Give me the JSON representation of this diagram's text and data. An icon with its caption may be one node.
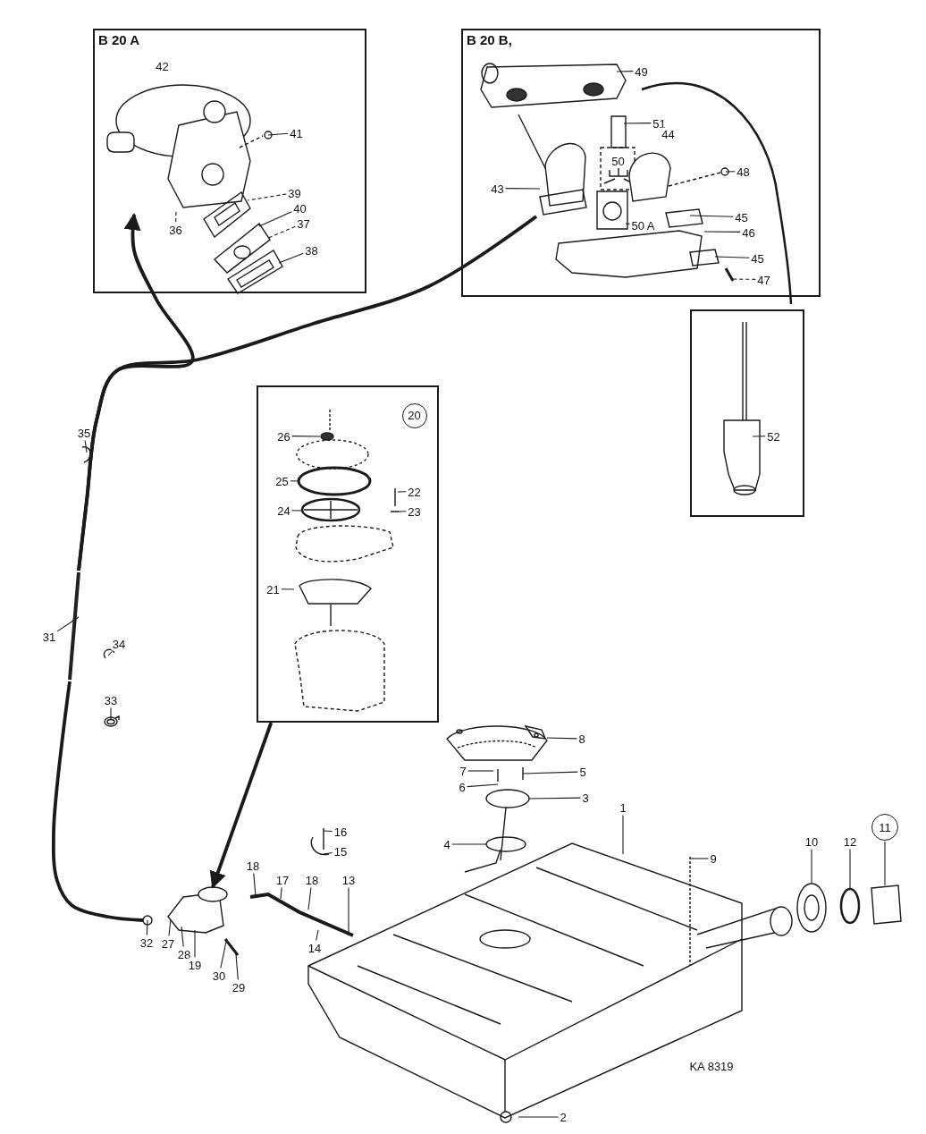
{
  "diagram": {
    "nodes": [
      {
        "text": [
          "B 20 A"
        ]
      },
      {
        "text": [
          "41"
        ],
        "in": 0
      },
      {
        "text": [
          "39"
        ],
        "in": 0
      },
      {
        "text": [
          "40"
        ],
        "in": 0
      },
      {
        "text": [
          "37"
        ],
        "in": 0
      },
      {
        "text": [
          "38"
        ],
        "in": 0
      },
      {
        "text": [
          "36"
        ],
        "in": 0
      },
      {
        "text": [
          "B 20 B,"
        ]
      },
      {
        "text": [
          "49"
        ],
        "in": 7
      },
      {
        "text": [
          "51"
        ],
        "in": 7
      },
      {
        "text": [
          "48"
        ],
        "in": 7
      },
      {
        "text": [
          "43"
        ],
        "in": 7
      },
      {
        "text": [
          "45"
        ],
        "in": 7
      },
      {
        "text": [
          "46"
        ],
        "in": 7
      },
      {
        "text": [
          "50 A"
        ],
        "in": 7
      },
      {
        "text": [
          "45"
        ],
        "in": 7
      },
      {
        "text": [
          "47"
        ],
        "in": 7
      },
      {
        "text": [],
        "shape": "box"
      },
      {
        "text": [
          "52"
        ],
        "in": 17
      },
      {
        "text": [],
        "shape": "box"
      },
      {
        "text": [
          "20"
        ],
        "in": 19
      },
      {
        "text": [
          "26"
        ],
        "in": 19
      },
      {
        "text": [
          "25"
        ],
        "in": 19
      },
      {
        "text": [
          "22"
        ],
        "in": 19
      },
      {
        "text": [
          "24"
        ],
        "in": 19
      },
      {
        "text": [
          "23"
        ],
        "in": 19
      },
      {
        "text": [
          "21"
        ],
        "in": 19
      },
      {
        "text": [
          "35"
        ]
      },
      {
        "text": [
          "31"
        ]
      },
      {
        "text": [
          "34"
        ]
      },
      {
        "text": [
          "33"
        ]
      },
      {
        "text": [
          "8"
        ]
      },
      {
        "text": [
          "7"
        ]
      },
      {
        "text": [
          "5"
        ]
      },
      {
        "text": [
          "6"
        ]
      },
      {
        "text": [
          "3"
        ]
      },
      {
        "text": [
          "1"
        ]
      },
      {
        "text": [
          "4"
        ]
      },
      {
        "text": [
          "9"
        ],
        "in": 74
      },
      {
        "text": [
          "10"
        ]
      },
      {
        "text": [
          "12"
        ]
      },
      {
        "text": [
          "11"
        ]
      },
      {
        "text": [
          "16"
        ]
      },
      {
        "text": [
          "15"
        ]
      },
      {
        "text": [
          "18"
        ]
      },
      {
        "text": [
          "17"
        ]
      },
      {
        "text": [
          "18"
        ]
      },
      {
        "text": [
          "13"
        ]
      },
      {
        "text": [
          "14"
        ]
      },
      {
        "text": [
          "32"
        ]
      },
      {
        "text": [
          "27"
        ]
      },
      {
        "text": [
          "28"
        ]
      },
      {
        "text": [
          "19"
        ]
      },
      {
        "text": [
          "30"
        ]
      },
      {
        "text": [
          "29"
        ]
      },
      {
        "text": [
          "2"
        ],
        "in": 74
      },
      {
        "text": [
          "42"
        ],
        "in": 0
      },
      {
        "text": [
          "44"
        ],
        "in": 7
      },
      {
        "text": [
          "50"
        ],
        "in": 76
      },
      {
        "text": [],
        "shape": "picture",
        "in": 0
      },
      {
        "text": [],
        "shape": "picture",
        "in": 0
      },
      {
        "text": [],
        "shape": "picture",
        "in": 7
      },
      {
        "text": [],
        "shape": "picture",
        "in": 7
      },
      {
        "text": [],
        "shape": "picture",
        "in": 7
      },
      {
        "text": [],
        "shape": "picture",
        "in": 17
      },
      {
        "text": [],
        "shape": "picture",
        "in": 19
      },
      {
        "text": [],
        "shape": "picture"
      },
      {
        "text": [],
        "shape": "picture"
      },
      {
        "text": [],
        "shape": "picture"
      },
      {
        "text": [],
        "shape": "picture"
      },
      {
        "text": [],
        "shape": "picture"
      },
      {
        "text": [],
        "shape": "picture"
      },
      {
        "text": [],
        "shape": "picture"
      },
      {
        "text": [],
        "shape": "picture"
      },
      {
        "text": [],
        "shape": "picture"
      },
      {
        "text": [],
        "shape": "picture"
      },
      {
        "text": [],
        "shape": "picture",
        "in": 7
      },
      {
        "text": [],
        "shape": "picture",
        "in": 7
      },
      {
        "text": [],
        "shape": "picture"
      },
      {
        "text": [],
        "shape": "picture"
      }
    ],
    "edges": [
      {
        "from": 1,
        "to": 59,
        "arrow": "none"
      },
      {
        "from": 2,
        "to": 60,
        "arrow": "none",
        "style": "dashed"
      },
      {
        "from": 3,
        "to": 60,
        "arrow": "none"
      },
      {
        "from": 4,
        "to": 60,
        "arrow": "none",
        "style": "dashed"
      },
      {
        "from": 5,
        "to": 60,
        "arrow": "none"
      },
      {
        "from": 6,
        "to": 59,
        "arrow": "none",
        "style": "dashed"
      },
      {
        "from": 8,
        "to": 61,
        "arrow": "none"
      },
      {
        "from": 9,
        "to": 76,
        "arrow": "none"
      },
      {
        "from": 10,
        "to": 77,
        "arrow": "none"
      },
      {
        "from": 11,
        "to": 62,
        "arrow": "none"
      },
      {
        "from": 12,
        "to": 63,
        "arrow": "none"
      },
      {
        "from": 13,
        "to": 63,
        "arrow": "none"
      },
      {
        "from": 14,
        "to": 76,
        "arrow": "none"
      },
      {
        "from": 15,
        "to": 63,
        "arrow": "none"
      },
      {
        "from": 16,
        "to": 63,
        "arrow": "none",
        "style": "dashed"
      },
      {
        "from": 18,
        "to": 64,
        "arrow": "none"
      },
      {
        "from": 19,
        "to": 70,
        "arrow": "to",
        "style": "thick"
      },
      {
        "from": 21,
        "to": 65,
        "arrow": "none"
      },
      {
        "from": 22,
        "to": 65,
        "arrow": "none"
      },
      {
        "from": 23,
        "to": 65,
        "arrow": "none"
      },
      {
        "from": 24,
        "to": 65,
        "arrow": "none"
      },
      {
        "from": 25,
        "to": 65,
        "arrow": "none"
      },
      {
        "from": 26,
        "to": 65,
        "arrow": "none"
      },
      {
        "from": 27,
        "to": 67,
        "arrow": "none"
      },
      {
        "from": 28,
        "to": 66,
        "arrow": "none"
      },
      {
        "from": 29,
        "to": 68,
        "arrow": "none"
      },
      {
        "from": 30,
        "to": 69,
        "arrow": "none"
      },
      {
        "from": 31,
        "to": 73,
        "arrow": "none"
      },
      {
        "from": 32,
        "to": 78,
        "arrow": "none"
      },
      {
        "from": 33,
        "to": 78,
        "arrow": "none"
      },
      {
        "from": 34,
        "to": 78,
        "arrow": "none"
      },
      {
        "from": 35,
        "to": 78,
        "arrow": "none"
      },
      {
        "from": 36,
        "to": 74,
        "arrow": "none"
      },
      {
        "from": 37,
        "to": 78,
        "arrow": "none"
      },
      {
        "from": 38,
        "to": 74,
        "arrow": "none"
      },
      {
        "from": 39,
        "to": 75,
        "arrow": "none"
      },
      {
        "from": 40,
        "to": 75,
        "arrow": "none"
      },
      {
        "from": 41,
        "to": 75,
        "arrow": "none"
      },
      {
        "from": 42,
        "to": 72,
        "arrow": "none"
      },
      {
        "from": 43,
        "to": 72,
        "arrow": "none"
      },
      {
        "from": 44,
        "to": 71,
        "arrow": "none"
      },
      {
        "from": 45,
        "to": 71,
        "arrow": "none"
      },
      {
        "from": 46,
        "to": 71,
        "arrow": "none"
      },
      {
        "from": 47,
        "to": 71,
        "arrow": "none"
      },
      {
        "from": 48,
        "to": 71,
        "arrow": "none"
      },
      {
        "from": 49,
        "to": 70,
        "arrow": "none"
      },
      {
        "from": 50,
        "to": 70,
        "arrow": "none"
      },
      {
        "from": 51,
        "to": 70,
        "arrow": "none"
      },
      {
        "from": 52,
        "to": 70,
        "arrow": "none"
      },
      {
        "from": 53,
        "to": 79,
        "arrow": "none"
      },
      {
        "from": 54,
        "to": 79,
        "arrow": "none"
      },
      {
        "from": 55,
        "to": 74,
        "arrow": "none"
      },
      {
        "from": 70,
        "to": 66,
        "arrow": "none",
        "style": "thick"
      },
      {
        "from": 66,
        "to": 59,
        "arrow": "to",
        "style": "thick"
      },
      {
        "from": 66,
        "to": 62,
        "arrow": "none",
        "style": "thick"
      }
    ],
    "labels": [
      "KA 8319"
    ]
  }
}
